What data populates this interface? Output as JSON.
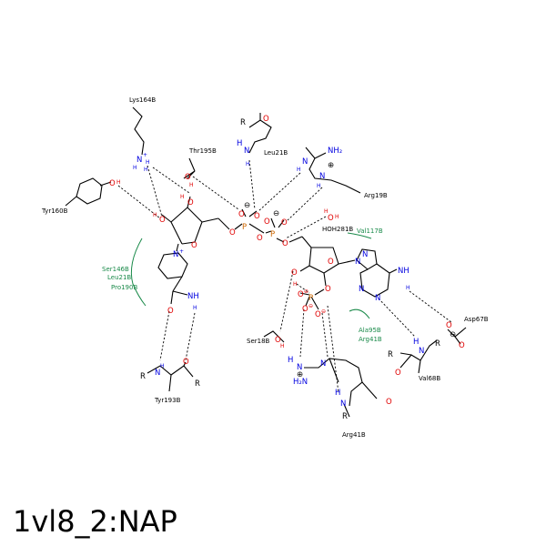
{
  "title": "1vl8_2:NAP",
  "colors": {
    "oxygen": "#e00000",
    "nitrogen": "#0000e0",
    "phosphorus": "#cc6600",
    "hydrophobic": "#1a8a4a"
  },
  "residues": {
    "lys164": "Lys164B",
    "thr195": "Thr195B",
    "leu21_top": "Leu21B",
    "arg19": "Arg19B",
    "tyr160": "Tyr160B",
    "hoh281": "HOH281B",
    "ser18": "Ser18B",
    "asp67": "Asp67B",
    "val68": "Val68B",
    "tyr193": "Tyr193B",
    "arg41": "Arg41B"
  },
  "hydrophobic": {
    "left": [
      "Ser146B",
      "Leu21B",
      "Pro190B"
    ],
    "val117": "Val117B",
    "right": [
      "Ala95B",
      "Arg41B"
    ]
  }
}
